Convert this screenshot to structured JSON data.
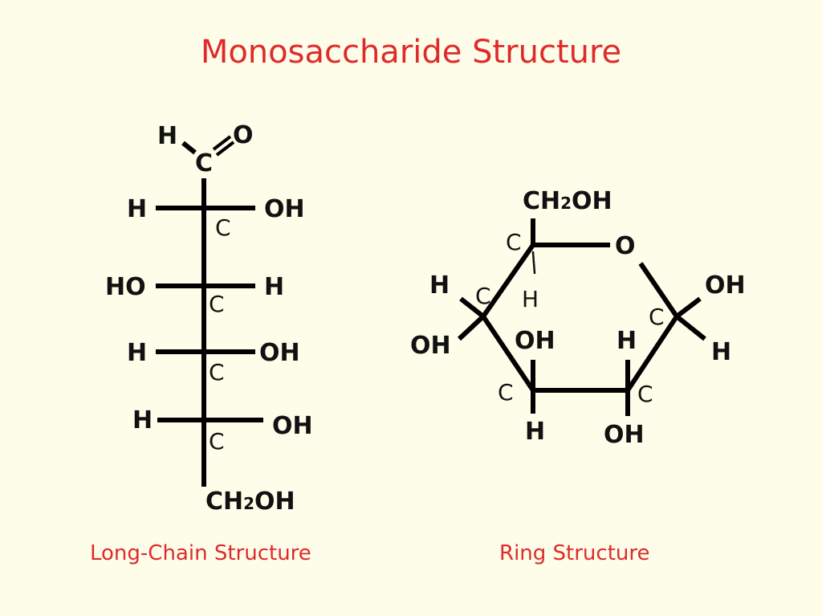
{
  "title": "Monosaccharide Structure",
  "long_chain": {
    "caption": "Long-Chain Structure",
    "top": {
      "h": "H",
      "o": "O",
      "c": "C"
    },
    "rows": [
      {
        "left": "H",
        "right": "OH",
        "carbon_note": "C"
      },
      {
        "left": "HO",
        "right": "H",
        "carbon_note": "C"
      },
      {
        "left": "H",
        "right": "OH",
        "carbon_note": "C"
      },
      {
        "left": "H",
        "right": "OH",
        "carbon_note": "C"
      }
    ],
    "bottom": {
      "main": "CH",
      "sub": "2",
      "tail": "OH"
    }
  },
  "ring": {
    "caption": "Ring Structure",
    "top_group": {
      "main": "CH",
      "sub": "2",
      "tail": "OH"
    },
    "ring_oxygen": "O",
    "labels": {
      "c5_h": "H",
      "c1_oh": "OH",
      "c1_h": "H",
      "c4_h": "H",
      "c4_oh": "OH",
      "c3_oh": "OH",
      "c3_h": "H",
      "c2_h": "H",
      "c2_oh": "OH"
    },
    "carbon_notes": [
      "C",
      "C",
      "C",
      "C",
      "C"
    ]
  }
}
